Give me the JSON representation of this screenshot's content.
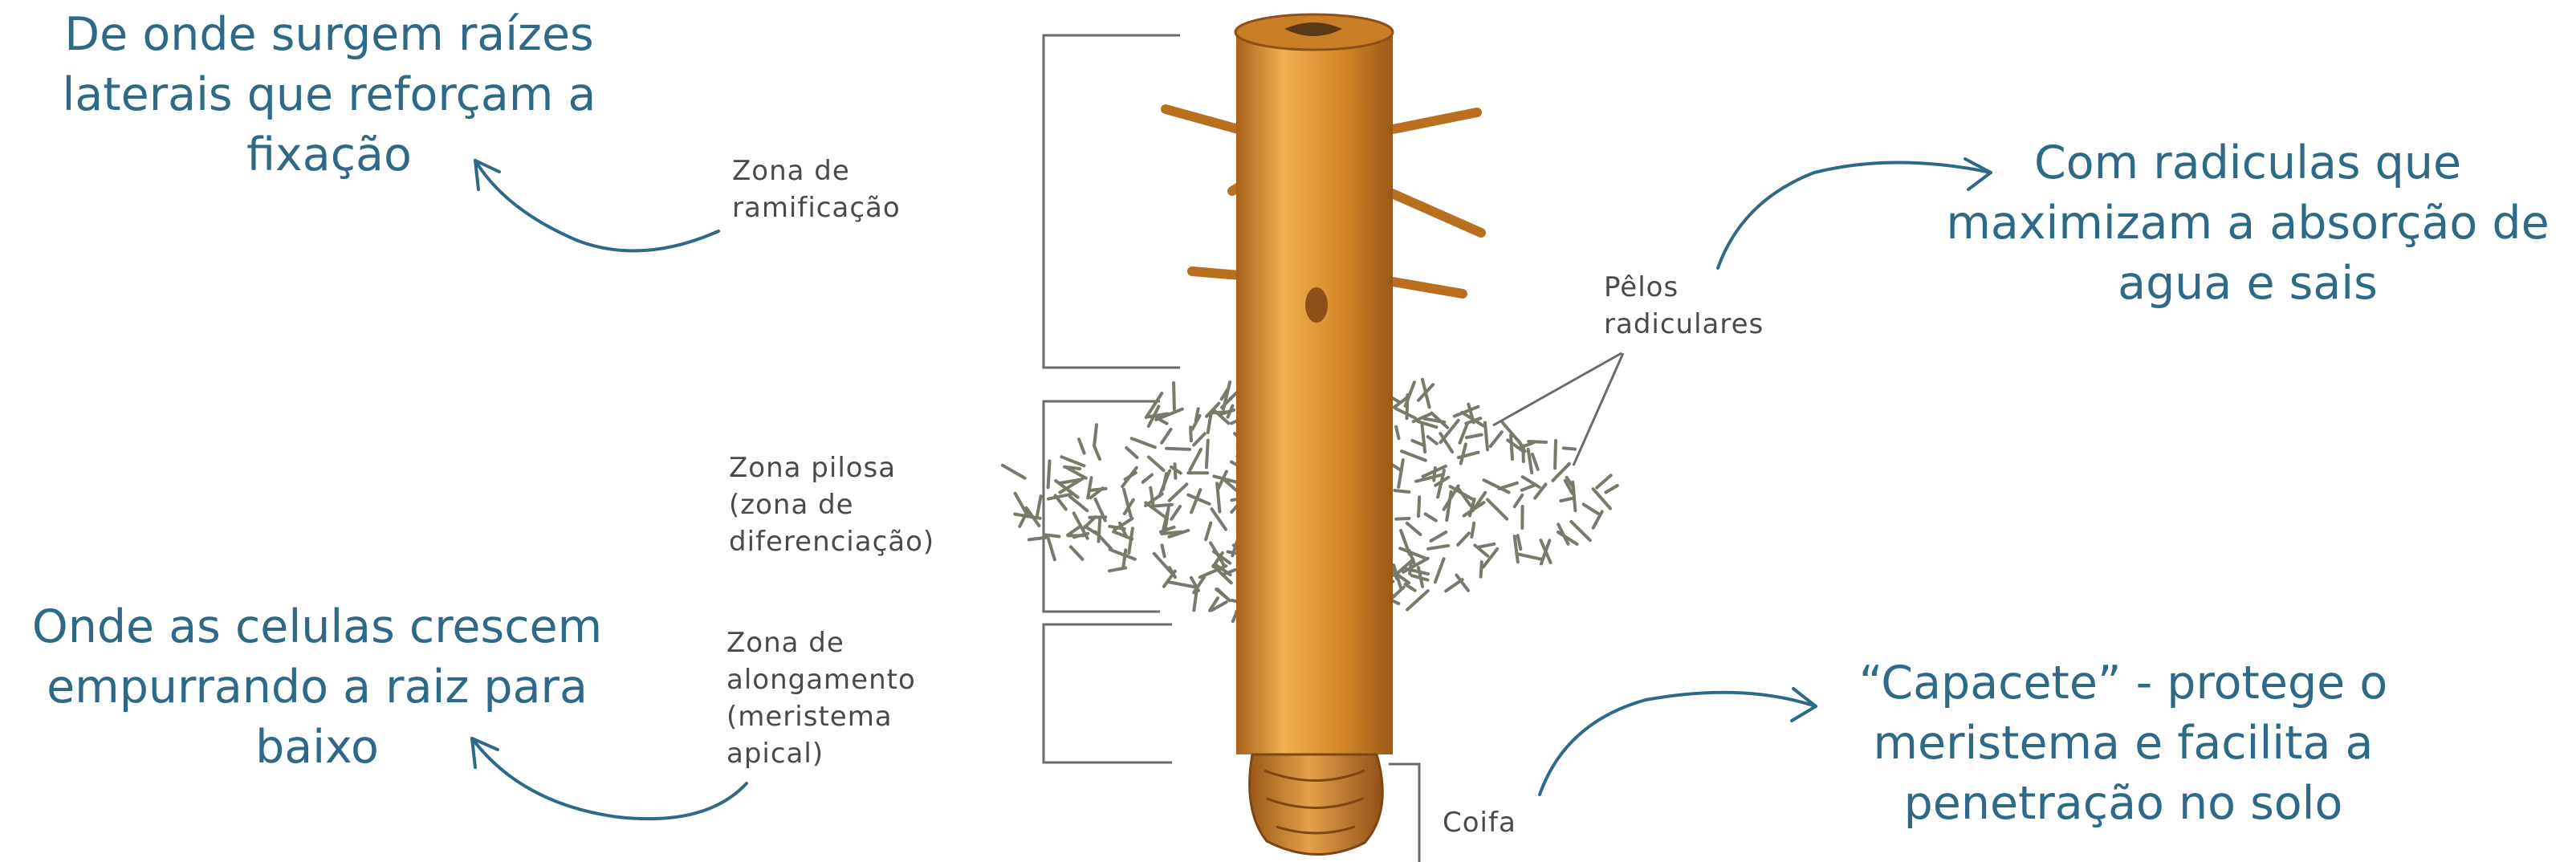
{
  "colors": {
    "annotation_text": "#2e6a87",
    "arrow": "#2e6a87",
    "label_text": "#4a4a4a",
    "bracket": "#6b6b6b",
    "root_body": "#d98a2a",
    "root_highlight": "#f0b050",
    "root_shadow": "#a8621c",
    "hairs": "#7a7a6a"
  },
  "annotations": {
    "ramificacao": [
      "De onde surgem raízes",
      "laterais que reforçam a",
      "fixação"
    ],
    "pelos": [
      "Com radiculas que",
      "maximizam a absorção de",
      "agua e sais"
    ],
    "alongamento": [
      "Onde as celulas crescem",
      "empurrando a raiz para",
      "baixo"
    ],
    "coifa": [
      "“Capacete” - protege o",
      "meristema  e facilita a",
      "penetração no solo"
    ]
  },
  "labels": {
    "ramificacao": [
      "Zona de",
      "ramificação"
    ],
    "pilosa": [
      "Zona pilosa",
      "(zona de",
      "diferenciação)"
    ],
    "alongamento": [
      "Zona de",
      "alongamento",
      "(meristema",
      "apical)"
    ],
    "pelos": [
      "Pêlos",
      "radiculares"
    ],
    "coifa": "Coifa"
  }
}
